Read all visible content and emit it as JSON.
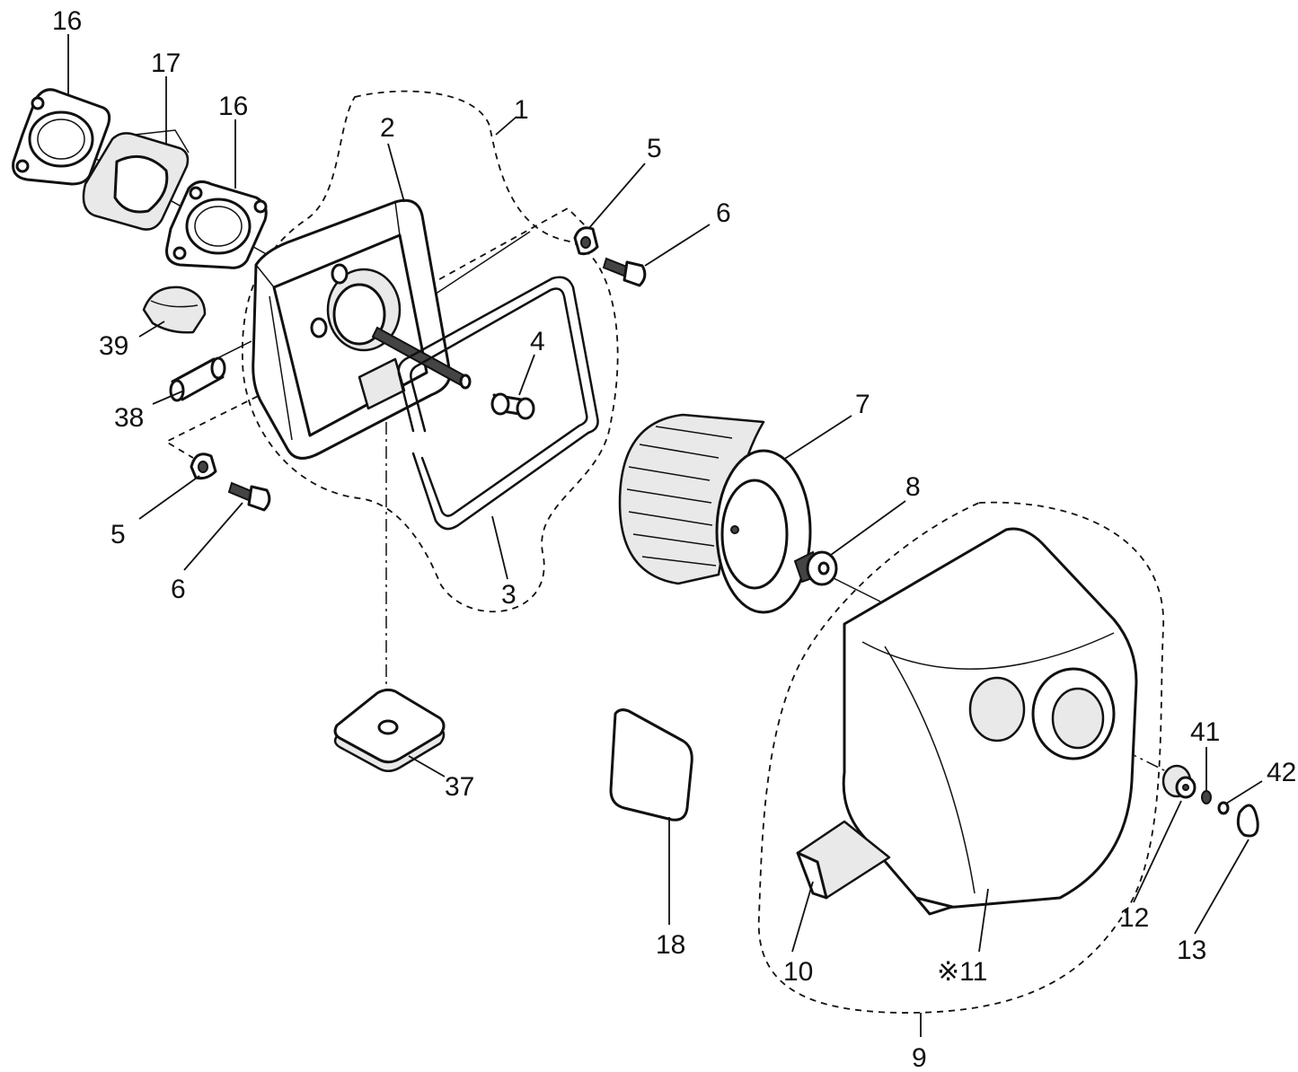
{
  "diagram": {
    "labels": {
      "p1": "1",
      "p2": "2",
      "p3": "3",
      "p4": "4",
      "p5a": "5",
      "p5b": "5",
      "p6a": "6",
      "p6b": "6",
      "p7": "7",
      "p8": "8",
      "p9": "9",
      "p10": "10",
      "p11": "※11",
      "p12": "12",
      "p13": "13",
      "p16a": "16",
      "p16b": "16",
      "p17": "17",
      "p18": "18",
      "p37": "37",
      "p38": "38",
      "p39": "39",
      "p41": "41",
      "p42": "42"
    }
  }
}
